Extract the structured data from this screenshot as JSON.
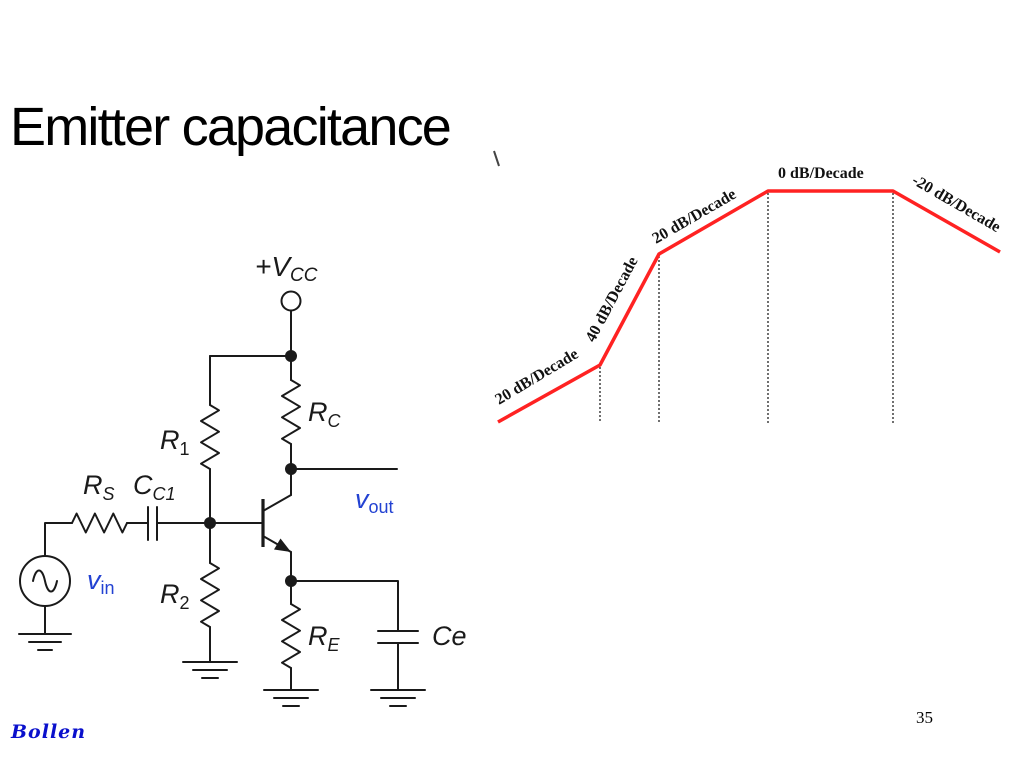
{
  "slide": {
    "title": "Emitter capacitance",
    "footer_author": "Bollen",
    "page_number": "35"
  },
  "circuit": {
    "vcc": {
      "main": "+V",
      "sub": "CC"
    },
    "rc": {
      "main": "R",
      "sub": "C"
    },
    "r1": {
      "main": "R",
      "sub": "1"
    },
    "r2": {
      "main": "R",
      "sub": "2"
    },
    "re": {
      "main": "R",
      "sub": "E"
    },
    "rs": {
      "main": "R",
      "sub": "S"
    },
    "cc1": {
      "main": "C",
      "sub": "C1"
    },
    "ce": "Ce",
    "vout": {
      "main": "v",
      "sub": "out"
    },
    "vin": {
      "main": "v",
      "sub": "in"
    },
    "source_icon": "ac-sine-source-icon",
    "ground_icon": "ground-icon",
    "transistor_icon": "npn-transistor-icon"
  },
  "bode_plot": {
    "segment_labels": [
      "20 dB/Decade",
      "40 dB/Decade",
      "20 dB/Decade",
      "0 dB/Decade",
      "-20 dB/Decade"
    ]
  },
  "colors": {
    "ink": "#1a1a1a",
    "curve": "#ff2222",
    "signal_label": "#2342d2",
    "footer_text": "#0a10cc"
  }
}
